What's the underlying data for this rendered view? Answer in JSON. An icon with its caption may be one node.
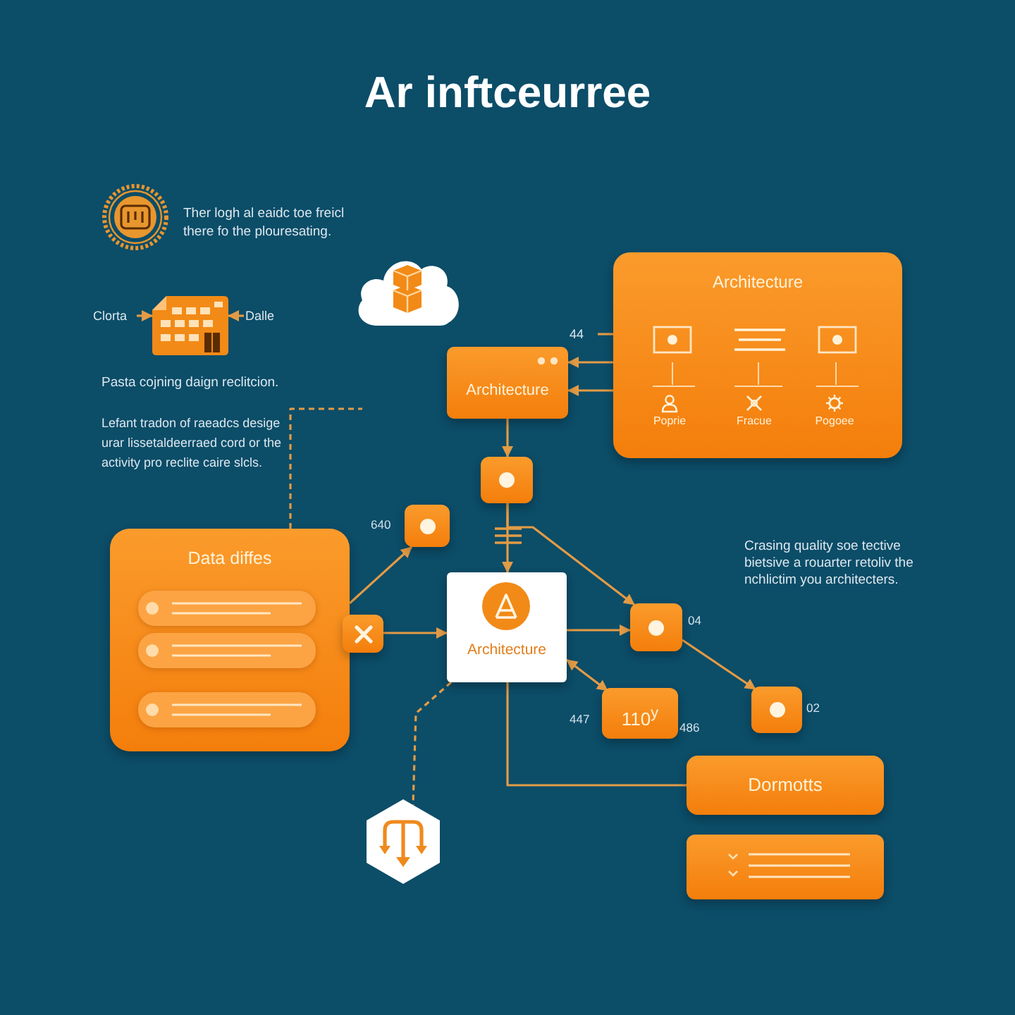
{
  "diagram": {
    "title": "Ar inftceurree",
    "nodes": [
      {
        "text": [
          "Architecture",
          "Poprie",
          "Fracue",
          "Pogoee"
        ]
      },
      {
        "text": [
          "44"
        ]
      },
      {
        "text": [
          "Clorta"
        ]
      },
      {
        "text": [],
        "shape": "picture"
      },
      {
        "text": [
          "Dalle"
        ]
      },
      {
        "text": [
          "Architecture"
        ]
      },
      {
        "text": [],
        "shape": "box"
      },
      {
        "text": [],
        "shape": "box",
        "beside": [
          "640"
        ]
      },
      {
        "text": [
          "Data diffes"
        ]
      },
      {
        "text": [],
        "shape": "box"
      },
      {
        "text": [
          "Architecture"
        ]
      },
      {
        "text": [],
        "shape": "box",
        "beside": [
          "04"
        ]
      },
      {
        "text": [],
        "shape": "box",
        "beside": [
          "02"
        ]
      },
      {
        "text": [
          "110$^{y}$"
        ],
        "beside": [
          "447",
          "486"
        ]
      },
      {
        "text": [
          "Dormotts"
        ]
      },
      {
        "text": [],
        "shape": "hexagon"
      },
      {
        "text": [],
        "shape": "box"
      }
    ],
    "edges": [
      {
        "from": 1,
        "to": 0,
        "arrow": "none"
      },
      {
        "from": 2,
        "to": 3,
        "arrow": "to"
      },
      {
        "from": 4,
        "to": 3,
        "arrow": "to"
      },
      {
        "from": 0,
        "to": 5,
        "arrow": "to"
      },
      {
        "from": 0,
        "to": 5,
        "arrow": "to"
      },
      {
        "from": 8,
        "to": null,
        "arrow": "none",
        "style": "dashed"
      },
      {
        "from": 5,
        "to": 6,
        "arrow": "to"
      },
      {
        "from": 6,
        "to": 10,
        "arrow": "to"
      },
      {
        "from": 6,
        "to": 11,
        "arrow": "to"
      },
      {
        "from": 8,
        "to": 7,
        "arrow": "to"
      },
      {
        "from": 9,
        "to": 10,
        "arrow": "to"
      },
      {
        "from": 10,
        "to": 11,
        "arrow": "to"
      },
      {
        "from": 11,
        "to": 12,
        "arrow": "to"
      },
      {
        "from": 10,
        "to": 13,
        "arrow": "both"
      },
      {
        "from": 10,
        "to": 14,
        "arrow": "none"
      },
      {
        "from": 10,
        "to": 15,
        "arrow": "none",
        "style": "dashed"
      }
    ],
    "labels": [
      "Ther logh al eaidc toe freicl there fo the plouresating.",
      "Pasta cojning daign reclitcion.",
      "Lefant tradon of raeadcs desige urar lissetaldeerraed cord or the activity pro reclite caire slcls.",
      "Crasing quality soe tective bietsive a rouarter retoliv the nchlictim you architecters."
    ]
  }
}
